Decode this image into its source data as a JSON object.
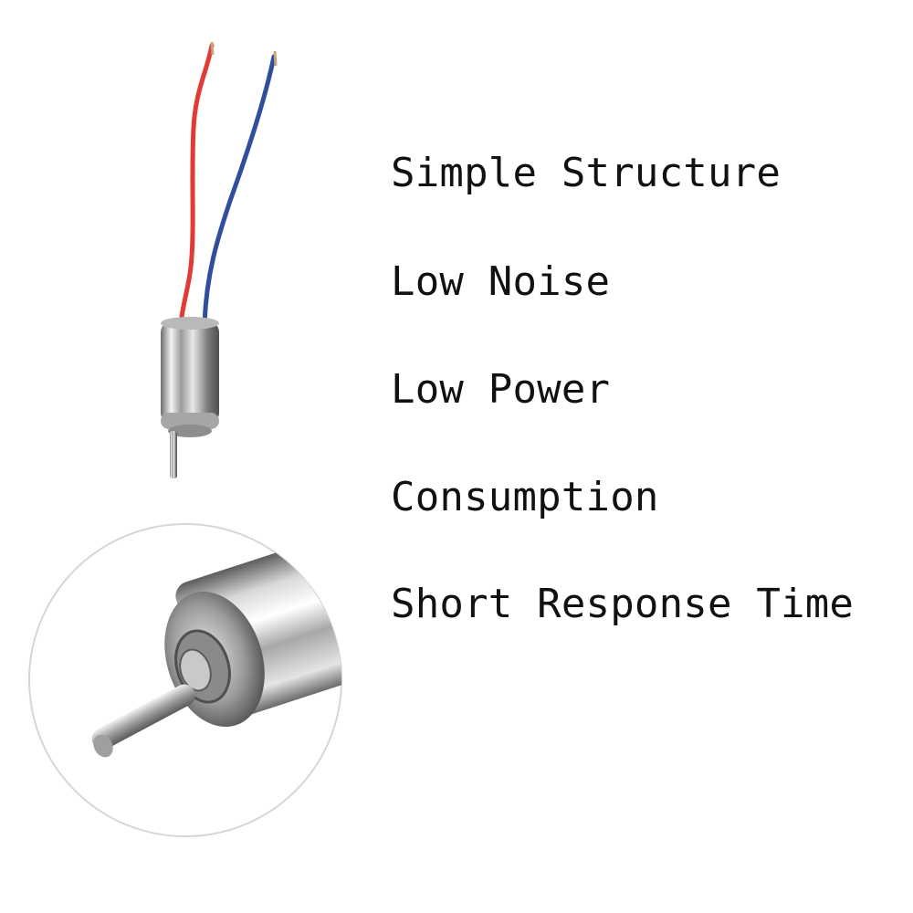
{
  "features": [
    "Simple Structure",
    "Low Noise",
    "Low Power",
    "Consumption",
    "Short Response Time"
  ],
  "colors": {
    "background": "#ffffff",
    "text": "#111111",
    "wire_red": "#e23a35",
    "wire_blue": "#2f4f9c",
    "motor_metal": "#c8c8c8",
    "circle_outline": "#d6d6d6"
  },
  "icons": [
    "coreless-motor-icon",
    "motor-closeup-icon"
  ]
}
